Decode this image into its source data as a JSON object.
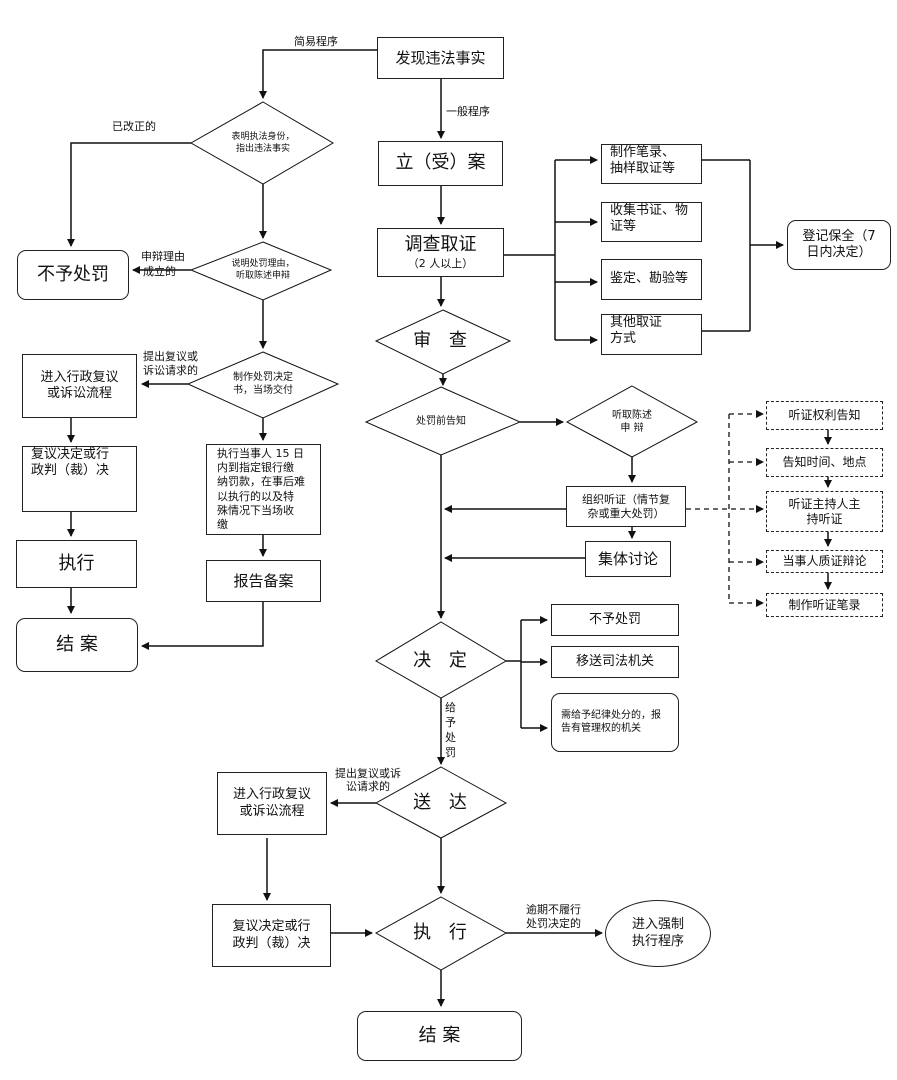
{
  "nodes": {
    "discover": "发现违法事实",
    "show_id": [
      "表明执法身份，",
      "指出违法事实"
    ],
    "explain": [
      "说明处罚理由，",
      "听取陈述申辩"
    ],
    "make_decision": [
      "制作处罚决定",
      "书，当场交付"
    ],
    "no_penalty_left": "不予处罚",
    "review_left1": [
      "进入行政复议",
      "或诉讼流程"
    ],
    "review_result_left1": [
      "复议决定或行",
      "政判（裁）决"
    ],
    "execute_left": "执行",
    "close_left": "结 案",
    "execute_party": [
      "执行当事人 15 日",
      "内到指定银行缴",
      "纳罚款，在事后难",
      "以执行的以及特",
      "殊情况下当场收",
      "缴"
    ],
    "report": "报告备案",
    "file_case": "立（受）案",
    "investigate": "调查取证",
    "investigate_note": "（2 人以上）",
    "evidence1": [
      "制作笔录、",
      "抽样取证等"
    ],
    "evidence2": [
      "收集书证、物",
      "证等"
    ],
    "evidence3": "鉴定、勘验等",
    "evidence4": [
      "其他取证",
      "方式"
    ],
    "preserve": [
      "登记保全（7",
      "日内决定）"
    ],
    "examine": "审 查",
    "pre_notice": "处罚前告知",
    "hear_defense": [
      "听取陈述",
      "申 辩"
    ],
    "organize_hearing": [
      "组织听证（情节复",
      "杂或重大处罚）"
    ],
    "collective": "集体讨论",
    "hearing_rights": "听证权利告知",
    "hearing_time": "告知时间、地点",
    "hearing_host": [
      "听证主持人主",
      "持听证"
    ],
    "hearing_debate": "当事人质证辩论",
    "hearing_record": "制作听证笔录",
    "decide": "决 定",
    "no_penalty_right": "不予处罚",
    "transfer": "移送司法机关",
    "discipline": [
      "需给予纪律处分的，报",
      "告有管理权的机关"
    ],
    "deliver": "送 达",
    "review_left2": [
      "进入行政复议",
      "或诉讼流程"
    ],
    "review_result_left2": [
      "复议决定或行",
      "政判（裁）决"
    ],
    "execute_main": "执 行",
    "enforce": [
      "进入强制",
      "执行程序"
    ],
    "close_main": "结 案"
  },
  "labels": {
    "simple": "简易程序",
    "general": "一般程序",
    "corrected": "已改正的",
    "defense_valid": [
      "申辩理由",
      "成立的"
    ],
    "appeal1": [
      "提出复议或",
      "诉讼请求的"
    ],
    "appeal2": [
      "提出复议或诉",
      "讼请求的"
    ],
    "give_penalty": [
      "给",
      "予",
      "处",
      "罚"
    ],
    "overdue": [
      "逾期不履行",
      "处罚决定的"
    ]
  }
}
